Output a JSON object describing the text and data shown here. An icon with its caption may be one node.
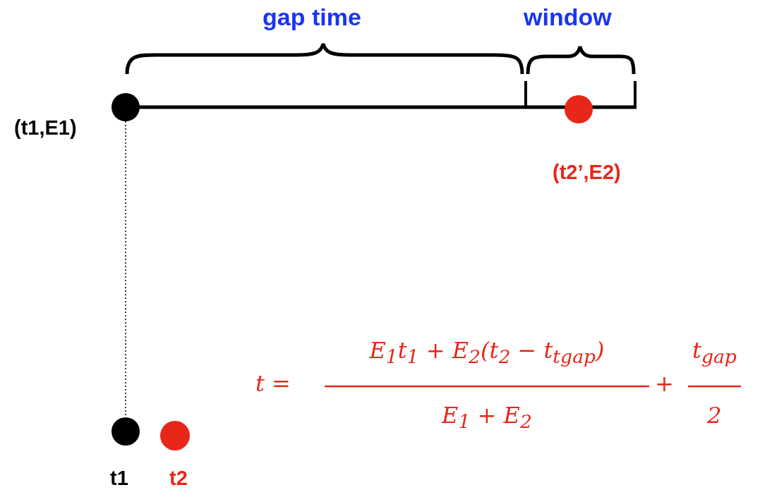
{
  "diagram": {
    "nodes": [
      {
        "text": [],
        "shape": "circle",
        "beside": [
          "(t1,E1)"
        ]
      },
      {
        "text": [],
        "shape": "circle",
        "beside": [
          "(t2’,E2)"
        ]
      },
      {
        "text": [],
        "shape": "circle",
        "beside": [
          "t1"
        ]
      },
      {
        "text": [],
        "shape": "circle",
        "beside": [
          "t2"
        ]
      }
    ],
    "edges": [
      {
        "from": 0,
        "to": 2,
        "arrow": "none",
        "style": "dashed"
      }
    ],
    "labels": [
      "gap time",
      "window",
      "t =",
      "E$_{1}$t$_{1}$ + E$_{2}$(t$_{2}$ − t$_{t}$$_{gap}$)",
      "E$_{1}$ + E$_{2}$",
      "+",
      "t$_{gap}$",
      "2"
    ]
  }
}
